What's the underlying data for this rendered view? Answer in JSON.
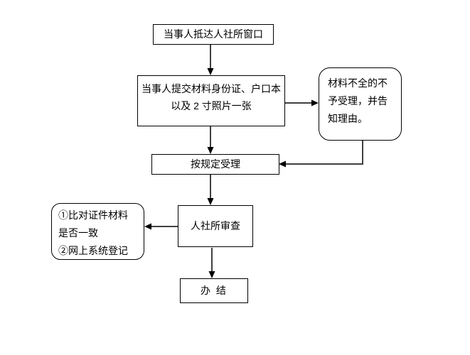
{
  "diagram": {
    "type": "flowchart",
    "background_color": "#ffffff",
    "colors": {
      "node_border": "#000000",
      "node_fill": "#ffffff",
      "connector_line": "#404040",
      "arrowhead": "#000000",
      "text": "#000000"
    },
    "nodes": {
      "arrive": {
        "shape": "rect",
        "label": "当事人抵达人社所窗口"
      },
      "submit": {
        "shape": "rect",
        "lines": [
          "当事人提交材料身份证、户口本",
          "以及 2 寸照片一张"
        ]
      },
      "reject": {
        "shape": "rounded",
        "lines": [
          "材料不全的不",
          "予受理，并告",
          "知理由。"
        ]
      },
      "accept": {
        "shape": "rect",
        "label": "按规定受理"
      },
      "tasks": {
        "shape": "rounded",
        "lines": [
          "①比对证件材料",
          "是否一致",
          "②网上系统登记"
        ]
      },
      "review": {
        "shape": "rect",
        "label": "人社所审查"
      },
      "complete": {
        "shape": "rect",
        "label": "办 结"
      }
    },
    "edges": [
      {
        "from": "arrive",
        "to": "submit",
        "style": "arrow-down"
      },
      {
        "from": "submit",
        "to": "reject",
        "style": "arrow-right"
      },
      {
        "from": "submit",
        "to": "accept",
        "style": "arrow-down"
      },
      {
        "from": "reject",
        "to": "accept",
        "style": "elbow-down-left-arrow"
      },
      {
        "from": "accept",
        "to": "review",
        "style": "arrow-down"
      },
      {
        "from": "review",
        "to": "tasks",
        "style": "arrow-left"
      },
      {
        "from": "review",
        "to": "complete",
        "style": "arrow-down"
      }
    ]
  }
}
